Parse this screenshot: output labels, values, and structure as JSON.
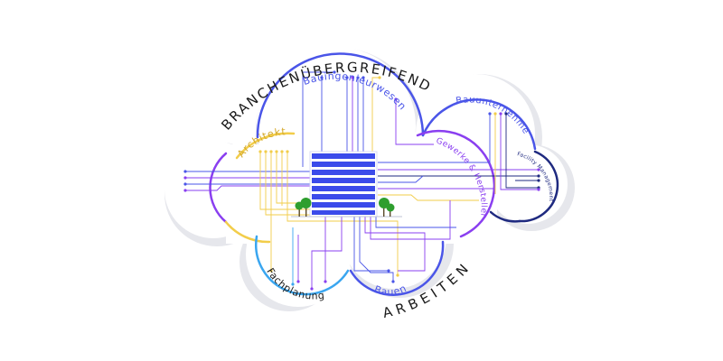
{
  "diagram": {
    "title_upper": "BRANCHENÜBERGREIFENDES",
    "title_lower": "ARBEITEN",
    "sections": {
      "architekt": "Architekt",
      "bauingenieurwesen": "Bauingenieurwesen",
      "bauunternehmen": "Bauunternehmen",
      "gewerke": "Gewerke & Hersteller",
      "facility": "Facility Management",
      "fachplanung": "Fachplanung",
      "bauen": "Bauen"
    },
    "colors": {
      "architekt": "#f2cd4a",
      "bauingenieurwesen": "#4a55e8",
      "bauunternehmen": "#4a55e8",
      "gewerke": "#8a3ff0",
      "facility": "#1f2a80",
      "fachplanung": "#3aa6f0",
      "bauen": "#4a55e8",
      "left_lobe": "#8a3ff0",
      "building": "#3b4bea",
      "tree": "#2e9e2e",
      "shadow": "#e6e7ec"
    }
  }
}
